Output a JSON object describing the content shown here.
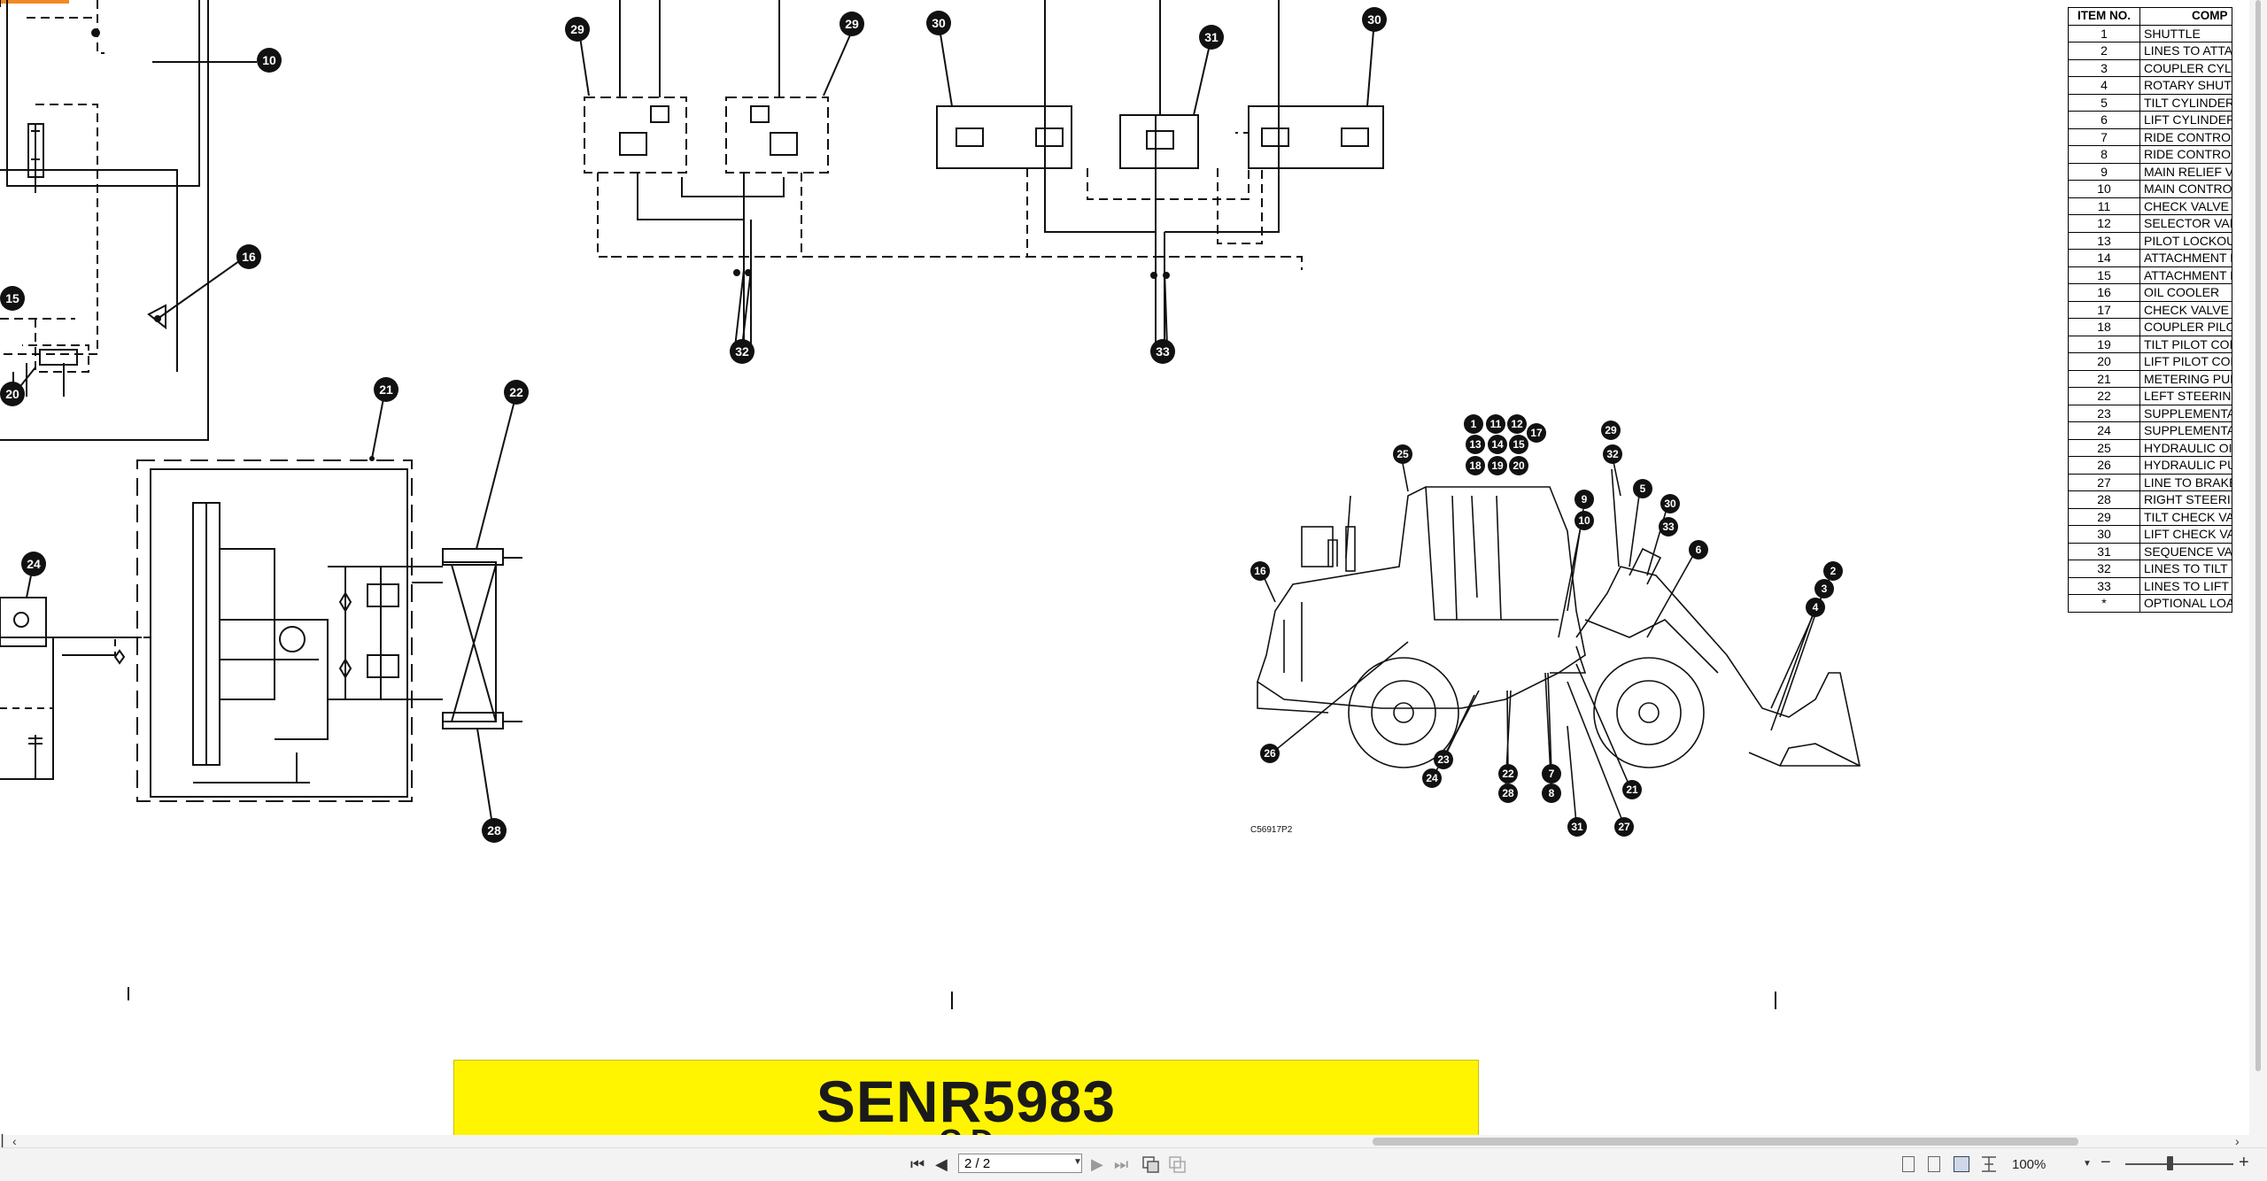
{
  "document": {
    "title": "SENR5983",
    "subtitle": "C D",
    "figure_code": "C56917P2"
  },
  "callouts": {
    "c10": "10",
    "c16": "16",
    "c15": "15",
    "c20": "20",
    "c21": "21",
    "c22": "22",
    "c24": "24",
    "c28": "28",
    "c29a": "29",
    "c29b": "29",
    "c30a": "30",
    "c31": "31",
    "c30b": "30",
    "c32": "32",
    "c33": "33",
    "m1": "1",
    "m11": "11",
    "m12": "12",
    "m17": "17",
    "m13": "13",
    "m14": "14",
    "m15": "15",
    "m18": "18",
    "m19": "19",
    "m20": "20",
    "m25": "25",
    "m29": "29",
    "m32": "32",
    "m9": "9",
    "m10": "10",
    "m5": "5",
    "m30": "30",
    "m33": "33",
    "m6": "6",
    "m2": "2",
    "m3": "3",
    "m4": "4",
    "m16": "16",
    "m26": "26",
    "m23": "23",
    "m24": "24",
    "m22": "22",
    "m28": "28",
    "m7": "7",
    "m8": "8",
    "m31": "31",
    "m27": "27",
    "m21": "21"
  },
  "parts_table": {
    "headers": {
      "item_no": "ITEM NO.",
      "component": "COMP"
    },
    "rows": [
      {
        "no": "1",
        "desc": "SHUTTLE"
      },
      {
        "no": "2",
        "desc": "LINES TO ATTAC"
      },
      {
        "no": "3",
        "desc": "COUPLER CYLIN"
      },
      {
        "no": "4",
        "desc": "ROTARY SHUTO"
      },
      {
        "no": "5",
        "desc": "TILT CYLINDERS"
      },
      {
        "no": "6",
        "desc": "LIFT CYLINDERS"
      },
      {
        "no": "7",
        "desc": "RIDE CONTROL"
      },
      {
        "no": "8",
        "desc": "RIDE CONTROL"
      },
      {
        "no": "9",
        "desc": "MAIN RELIEF VA"
      },
      {
        "no": "10",
        "desc": "MAIN CONTROL"
      },
      {
        "no": "11",
        "desc": "CHECK VALVE"
      },
      {
        "no": "12",
        "desc": "SELECTOR VALV"
      },
      {
        "no": "13",
        "desc": "PILOT LOCKOUT"
      },
      {
        "no": "14",
        "desc": "ATTACHMENT PI"
      },
      {
        "no": "15",
        "desc": "ATTACHMENT PI"
      },
      {
        "no": "16",
        "desc": "OIL COOLER"
      },
      {
        "no": "17",
        "desc": "CHECK VALVE"
      },
      {
        "no": "18",
        "desc": "COUPLER PILOT"
      },
      {
        "no": "19",
        "desc": "TILT PILOT CONT"
      },
      {
        "no": "20",
        "desc": "LIFT PILOT CON"
      },
      {
        "no": "21",
        "desc": "METERING PUMP"
      },
      {
        "no": "22",
        "desc": "LEFT STEERING"
      },
      {
        "no": "23",
        "desc": "SUPPLEMENTAL"
      },
      {
        "no": "24",
        "desc": "SUPPLEMENTAL"
      },
      {
        "no": "25",
        "desc": "HYDRAULIC OIL"
      },
      {
        "no": "26",
        "desc": "HYDRAULIC PUM"
      },
      {
        "no": "27",
        "desc": "LINE TO BRAKE"
      },
      {
        "no": "28",
        "desc": "RIGHT STEERIN"
      },
      {
        "no": "29",
        "desc": "TILT CHECK VAL"
      },
      {
        "no": "30",
        "desc": "LIFT CHECK VAL"
      },
      {
        "no": "31",
        "desc": "SEQUENCE VALV"
      },
      {
        "no": "32",
        "desc": "LINES TO TILT C"
      },
      {
        "no": "33",
        "desc": "LINES TO LIFT C"
      },
      {
        "no": "*",
        "desc": "OPTIONAL LOAD"
      }
    ]
  },
  "toolbar": {
    "first_page": "⏮",
    "prev_page": "◀",
    "page_value": "2 / 2",
    "next_page": "▶",
    "last_page": "⏭",
    "zoom_value": "100%",
    "zoom_out": "−",
    "zoom_in": "+"
  },
  "colors": {
    "banner": "#fff500",
    "corner_tab": "#f08a24",
    "toolbar_bg": "#f3f3f3"
  },
  "icons": {
    "first_page": "first-page-icon",
    "prev_page": "prev-page-icon",
    "next_page": "next-page-icon",
    "last_page": "last-page-icon",
    "copy": "copy-page-icon",
    "single_page": "single-page-view-icon",
    "continuous": "continuous-view-icon",
    "two_page": "two-page-view-icon",
    "fit_page": "fit-page-icon"
  }
}
